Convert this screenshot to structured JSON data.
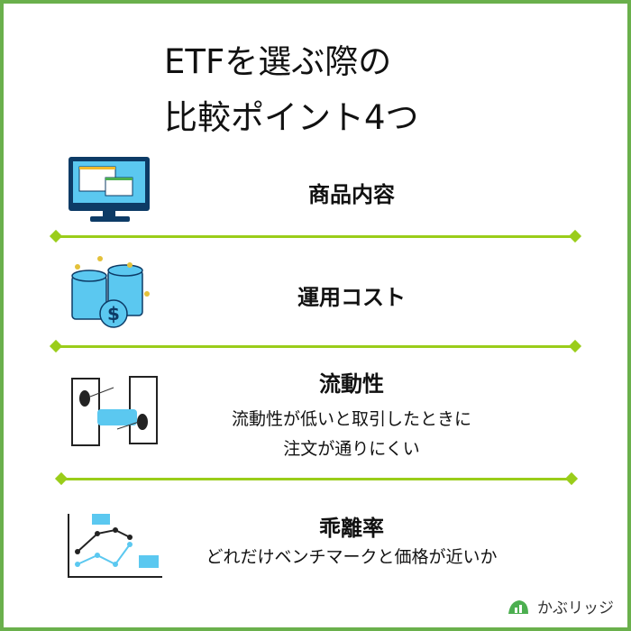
{
  "title": {
    "line1": "ETFを選ぶ際の",
    "line2": "比較ポイント4つ"
  },
  "sections": [
    {
      "heading": "商品内容",
      "icon": "monitor-icon"
    },
    {
      "heading": "運用コスト",
      "icon": "coins-icon"
    },
    {
      "heading": "流動性",
      "description_line1": "流動性が低いと取引したときに",
      "description_line2": "注文が通りにくい",
      "icon": "handshake-money-icon"
    },
    {
      "heading": "乖離率",
      "description_line1": "どれだけベンチマークと価格が近いか",
      "icon": "line-chart-icon"
    }
  ],
  "logo": {
    "text": "かぶリッジ"
  },
  "colors": {
    "border": "#6ab04c",
    "divider": "#9acd1a",
    "icon_blue": "#5bc8f0",
    "icon_navy": "#0d3b66"
  }
}
